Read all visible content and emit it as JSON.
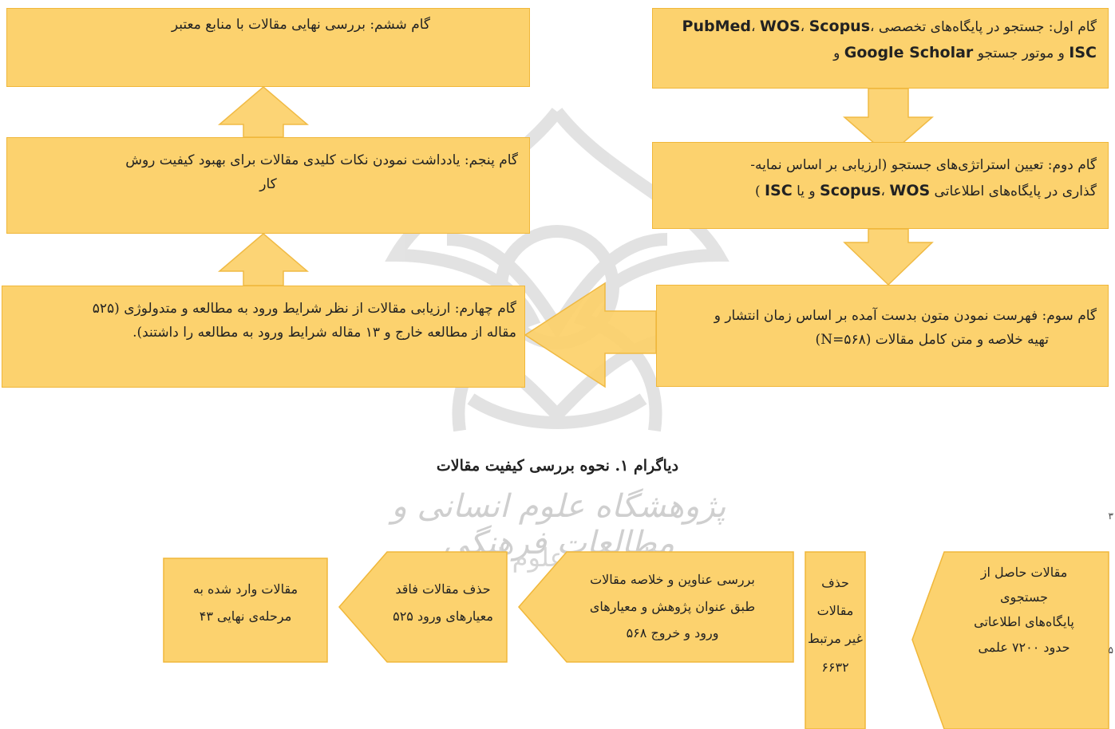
{
  "watermark": {
    "text": "پژوهشگاه علوم انسانی و مطالعات فرهنگی",
    "subtext": "پرتال جامع علوم انسانی"
  },
  "colors": {
    "fill": "#fcd26e",
    "stroke": "#f0b73a",
    "watermark": "#cfcfcf"
  },
  "diagram": {
    "step1": {
      "a": "گام اول: جستجو در پایگاه‌های تخصصی ",
      "b": "PubMed",
      "c": "، ",
      "d": "WOS",
      "e": "، ",
      "f": "Scopus",
      "g": "، ",
      "h": "ISC",
      "i": " و موتور جستجو ",
      "j": "Google Scholar",
      "k": " و"
    },
    "step2": {
      "a": "گام دوم: تعیین استراتژی‌های جستجو (ارزیابی بر اساس نمایه-",
      "b": "گذاری در پایگاه‌های اطلاعاتی ",
      "c": "Scopus",
      "d": "، ",
      "e": "WOS",
      "f": " و یا ",
      "g": "ISC",
      "h": " )"
    },
    "step3": {
      "a": "گام سوم: فهرست نمودن متون بدست آمده بر اساس زمان انتشار و",
      "b": "تهیه خلاصه و متن کامل مقالات (N=۵۶۸)"
    },
    "step4": {
      "a": "گام چهارم: ارزیابی مقالات از نظر شرایط ورود به مطالعه و متدولوژی (۵۲۵",
      "b": "مقاله از مطالعه خارج و ۱۳ مقاله شرایط ورود به مطالعه را داشتند)."
    },
    "step5": {
      "a": "گام پنجم: یادداشت نمودن نکات کلیدی مقالات برای بهبود کیفیت روش",
      "b": "کار"
    },
    "step6": {
      "a": "گام ششم: بررسی نهایی مقالات با منابع معتبر"
    }
  },
  "caption": "دیاگرام ۱. نحوه بررسی کیفیت مقالات",
  "flow": {
    "s1": [
      "مقالات حاصل از",
      "جستجوی",
      "پایگاه‌های اطلاعاتی",
      "حدود ۷۲۰۰ علمی"
    ],
    "s2": [
      "حذف مقالات",
      "غیر مرتبط",
      "۶۶۳۲"
    ],
    "s3": [
      "بررسی عناوین و خلاصه مقالات",
      "طبق عنوان پژوهش و معیارهای",
      "ورود و خروج ۵۶۸"
    ],
    "s4": [
      "حذف مقالات فاقد",
      "معیارهای ورود ۵۲۵"
    ],
    "s5": [
      "مقالات وارد شده به",
      "مرحله‌ی نهایی ۴۳"
    ]
  },
  "edge": {
    "a": "۳",
    "b": "۵"
  }
}
